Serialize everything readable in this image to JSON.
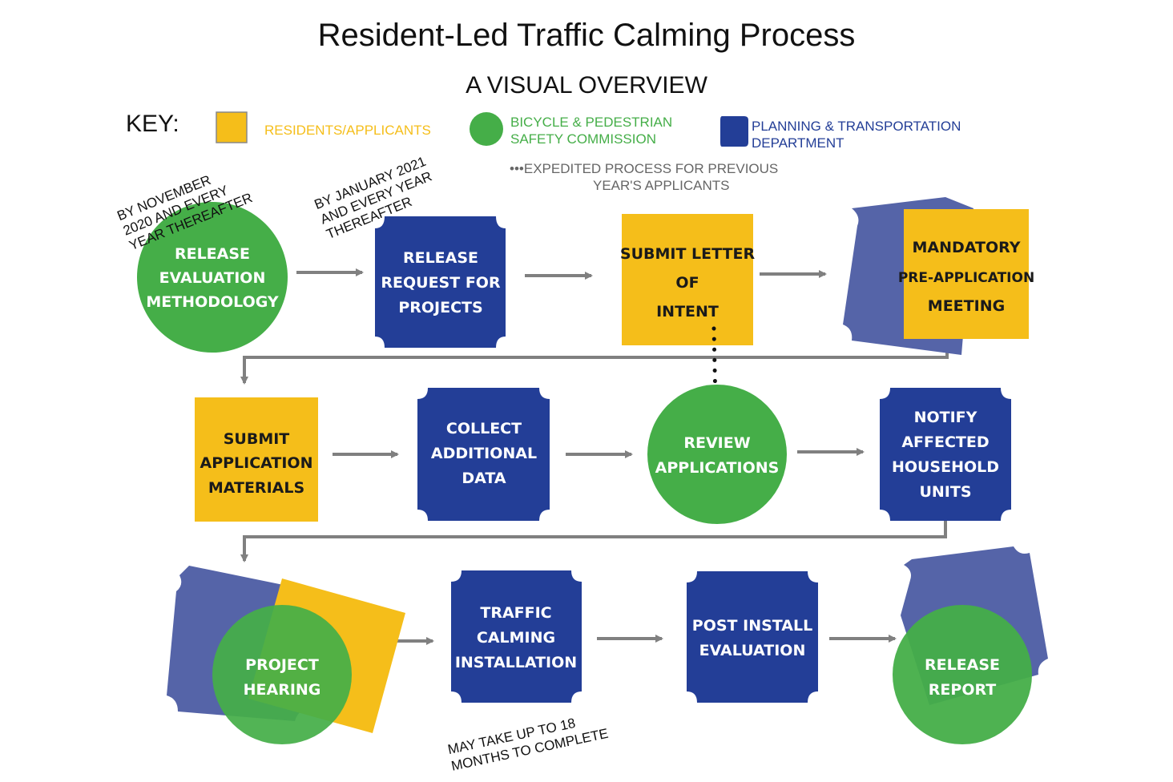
{
  "header": {
    "title": "Resident-Led Traffic Calming Process",
    "subtitle": "A VISUAL OVERVIEW"
  },
  "key": {
    "label": "KEY:",
    "items": [
      {
        "shape": "square",
        "text": "RESIDENTS/APPLICANTS",
        "color": "#F5BE1A"
      },
      {
        "shape": "circle",
        "text_lines": [
          "BICYCLE & PEDESTRIAN",
          "SAFETY COMMISSION"
        ],
        "color": "#45AE48"
      },
      {
        "shape": "notched-square",
        "text_lines": [
          "PLANNING & TRANSPORTATION",
          "DEPARTMENT"
        ],
        "color": "#233E97"
      }
    ],
    "expedited_note": [
      "•••EXPEDITED PROCESS FOR PREVIOUS",
      "YEAR'S APPLICANTS"
    ]
  },
  "colors": {
    "residents": "#F5BE1A",
    "commission": "#45AE48",
    "department": "#233E97",
    "department_light": "#5564A8",
    "arrow": "#808080"
  },
  "steps": [
    {
      "id": "release-evaluation-methodology",
      "lines": [
        "RELEASE",
        "EVALUATION",
        "METHODOLOGY"
      ],
      "owner": "commission"
    },
    {
      "id": "release-request-for-projects",
      "lines": [
        "RELEASE",
        "REQUEST FOR",
        "PROJECTS"
      ],
      "owner": "department"
    },
    {
      "id": "submit-letter-of-intent",
      "lines": [
        "SUBMIT LETTER",
        "OF",
        "INTENT"
      ],
      "owner": "residents"
    },
    {
      "id": "mandatory-pre-application-meeting",
      "lines": [
        "MANDATORY",
        "PRE-APPLICATION",
        "MEETING"
      ],
      "owner": "residents+department"
    },
    {
      "id": "submit-application-materials",
      "lines": [
        "SUBMIT",
        "APPLICATION",
        "MATERIALS"
      ],
      "owner": "residents"
    },
    {
      "id": "collect-additional-data",
      "lines": [
        "COLLECT",
        "ADDITIONAL",
        "DATA"
      ],
      "owner": "department"
    },
    {
      "id": "review-applications",
      "lines": [
        "REVIEW",
        "APPLICATIONS"
      ],
      "owner": "commission"
    },
    {
      "id": "notify-affected-household-units",
      "lines": [
        "NOTIFY",
        "AFFECTED",
        "HOUSEHOLD",
        "UNITS"
      ],
      "owner": "department"
    },
    {
      "id": "project-hearing",
      "lines": [
        "PROJECT",
        "HEARING"
      ],
      "owner": "all"
    },
    {
      "id": "traffic-calming-installation",
      "lines": [
        "TRAFFIC",
        "CALMING",
        "INSTALLATION"
      ],
      "owner": "department"
    },
    {
      "id": "post-install-evaluation",
      "lines": [
        "POST INSTALL",
        "EVALUATION"
      ],
      "owner": "department"
    },
    {
      "id": "release-report",
      "lines": [
        "RELEASE",
        "REPORT"
      ],
      "owner": "commission+department"
    }
  ],
  "annotations": {
    "november": [
      "BY NOVEMBER",
      "2020 AND EVERY",
      "YEAR THEREAFTER"
    ],
    "january": [
      "BY JANUARY 2021",
      "AND EVERY YEAR",
      "THEREAFTER"
    ],
    "installation_time": [
      "MAY TAKE UP TO 18",
      "MONTHS TO COMPLETE"
    ]
  }
}
